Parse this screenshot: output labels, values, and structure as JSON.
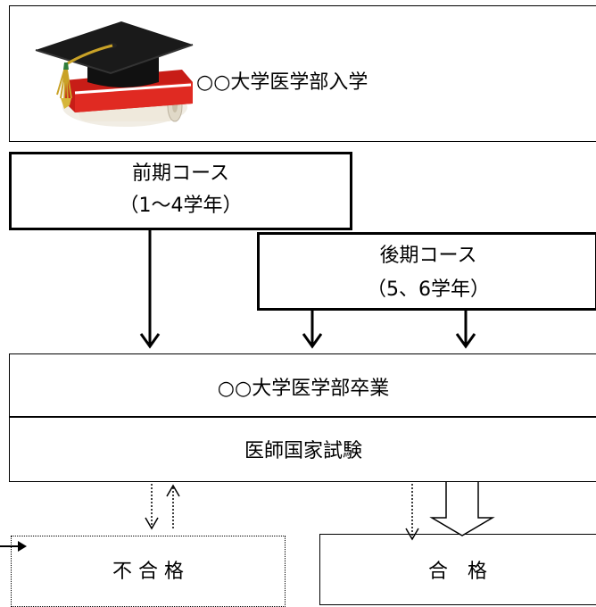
{
  "header": {
    "title": "○○大学医学部入学",
    "image_icon": "graduation-cap-and-diploma-icon"
  },
  "early_course": {
    "name": "前期コース",
    "years": "（1～4学年）"
  },
  "late_course": {
    "name": "後期コース",
    "years": "（5、6学年）"
  },
  "graduation": {
    "label": "○○大学医学部卒業"
  },
  "exam": {
    "label": "医師国家試験"
  },
  "results": {
    "fail": "不 合 格",
    "pass": "合　格"
  }
}
